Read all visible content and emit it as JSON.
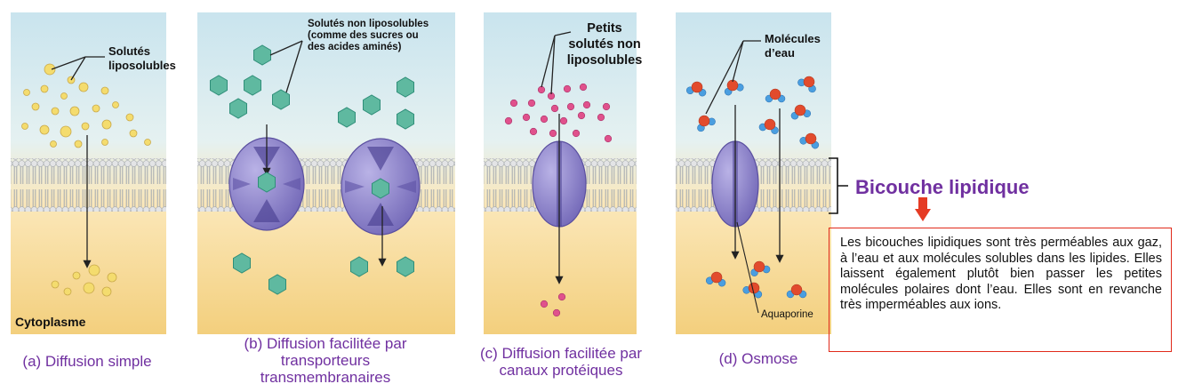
{
  "panels": [
    {
      "label": "Solutés\nliposolubles",
      "caption": [
        "(a) Diffusion simple"
      ],
      "cytoplasm": "Cytoplasme"
    },
    {
      "label": "Solutés non liposolubles\n(comme des sucres ou\ndes acides aminés)",
      "caption": [
        "(b) Diffusion facilitée par",
        "transporteurs",
        "transmembranaires"
      ]
    },
    {
      "label": "Petits\nsolutés non\nliposolubles",
      "caption": [
        "(c) Diffusion facilitée par",
        "canaux protéiques"
      ]
    },
    {
      "label": "Molécules\nd’eau",
      "caption": [
        "(d) Osmose"
      ],
      "aquaporine": "Aquaporine"
    }
  ],
  "bilayer_title": "Bicouche lipidique",
  "note": "Les bicouches lipidiques sont très perméables aux gaz, à l’eau et aux molécules solubles dans les lipides. Elles laissent également plutôt bien passer les petites molécules polaires dont l’eau. Elles sont en revanche très imperméables aux ions.",
  "colors": {
    "accent": "#7030a0",
    "note_border": "#e02a1a",
    "arrow": "#e53b24",
    "extracellular": "#c9e4ee",
    "cytoplasm": "#f3cf7d",
    "protein": "#8a80c8",
    "solute_lipo": "#f4dc6e",
    "solute_glucose": "#5fb9a0",
    "solute_small": "#e0518c",
    "water_o": "#e24b2d",
    "water_h": "#4a9ee0"
  }
}
